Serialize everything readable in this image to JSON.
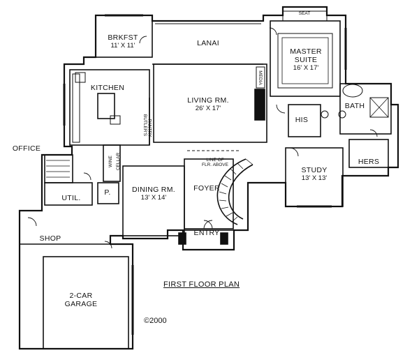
{
  "rooms": {
    "brkfst": {
      "name": "BRKFST",
      "dims": "11' X 11'"
    },
    "lanai": {
      "name": "LANAI"
    },
    "seat": {
      "name": "SEAT"
    },
    "master": {
      "name_line1": "MASTER",
      "name_line2": "SUITE",
      "dims": "16' X 17'"
    },
    "kitchen": {
      "name": "KITCHEN"
    },
    "living": {
      "name": "LIVING RM.",
      "dims": "26' X 17'"
    },
    "media": {
      "name": "MEDIA"
    },
    "bath": {
      "name": "BATH"
    },
    "his": {
      "name": "HIS"
    },
    "hers": {
      "name": "HERS"
    },
    "butlers": {
      "name_line1": "BUTLER'S",
      "name_line2": "PANTRY"
    },
    "office": {
      "name": "OFFICE"
    },
    "wine": {
      "name_line1": "WINE",
      "name_line2": "CELLAR"
    },
    "util": {
      "name": "UTIL."
    },
    "p": {
      "name": "P."
    },
    "dining": {
      "name": "DINING RM.",
      "dims": "13' X 14'"
    },
    "foyer": {
      "name": "FOYER"
    },
    "line_above": {
      "line1": "LINE OF",
      "line2": "FLR. ABOVE"
    },
    "study": {
      "name": "STUDY",
      "dims": "13' X 13'"
    },
    "shop": {
      "name": "SHOP"
    },
    "entry": {
      "name": "ENTRY"
    },
    "garage": {
      "name_line1": "2-CAR",
      "name_line2": "GARAGE"
    }
  },
  "plan_title": "FIRST FLOOR PLAN",
  "copyright": "©2000"
}
